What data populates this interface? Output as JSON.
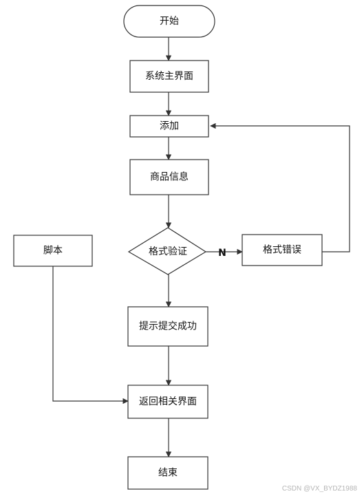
{
  "nodes": {
    "start": "开始",
    "main_ui": "系统主界面",
    "add": "添加",
    "product_info": "商品信息",
    "format_check": "格式验证",
    "format_error": "格式错误",
    "submit_success": "提示提交成功",
    "script": "脚本",
    "return_ui": "返回相关界面",
    "end": "结束"
  },
  "edges": {
    "no_label": "N"
  },
  "watermark": "CSDN @VX_BYDZ1988",
  "colors": {
    "stroke": "#333333",
    "text": "#111111",
    "watermark": "#b5b5b5"
  }
}
